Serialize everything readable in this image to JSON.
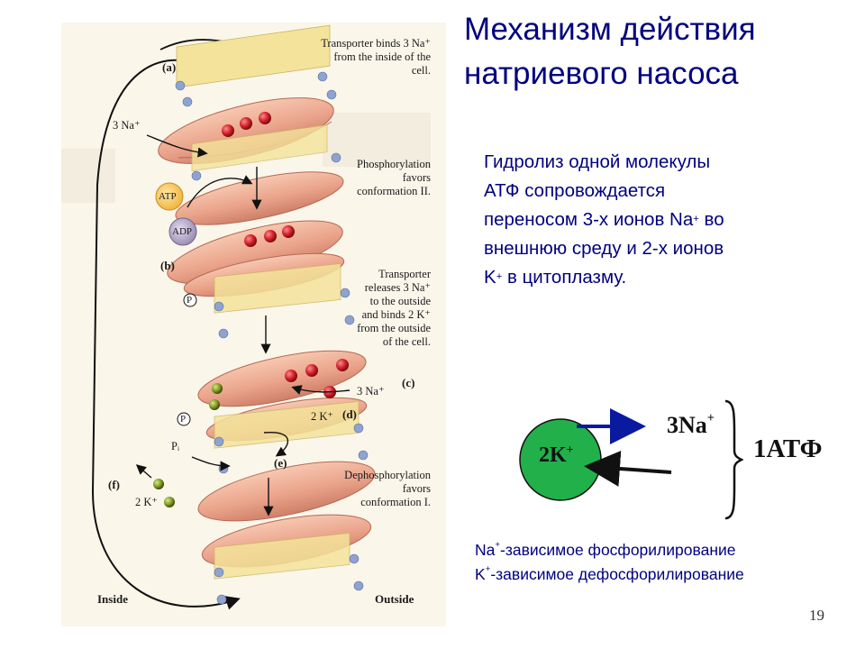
{
  "slide": {
    "title": "Механизм действия натриевого насоса",
    "description_lines": [
      "Гидролиз одной молекулы",
      "АТФ сопровождается",
      "переносом 3-х ионов Na",
      "внешнюю среду и 2-х ионов",
      "K",
      "в цитоплазму."
    ],
    "description_parts": {
      "na_sup": "+",
      "na_suffix": " во",
      "k_sup": "+"
    },
    "footnotes": [
      {
        "ion": "Na",
        "sup": "+",
        "text": "-зависимое фосфорилирование"
      },
      {
        "ion": "K",
        "sup": "+",
        "text": "-зависимое дефосфорилирование"
      }
    ],
    "page_number": "19"
  },
  "scheme": {
    "k_label": "2K",
    "k_sup": "+",
    "na_label": "3Na",
    "na_sup": "+",
    "atp_label": "1АТФ",
    "colors": {
      "circle": "#22b04b",
      "arrow": "#0a1aa0"
    }
  },
  "figure": {
    "labels": {
      "step1": "Transporter binds 3 Na⁺\nfrom the inside of the\ncell.",
      "step2": "Phosphorylation\nfavors\nconformation II.",
      "step3": "Transporter\nreleases 3 Na⁺\nto the outside\nand binds 2 K⁺\nfrom the outside\nof the cell.",
      "step4": "Dephosphorylation\nfavors\nconformation I."
    },
    "steps": {
      "a": "(a)",
      "b": "(b)",
      "c": "(c)",
      "d": "(d)",
      "e": "(e)",
      "f": "(f)"
    },
    "ions": {
      "na_in": "3 Na⁺",
      "na_out": "3 Na⁺",
      "k_out": "2 K⁺",
      "k_in": "2 K⁺",
      "atp": "ATP",
      "adp": "ADP",
      "p1": "P",
      "p2": "P",
      "pi": "Pᵢ"
    },
    "sides": {
      "inside": "Inside",
      "outside": "Outside"
    }
  }
}
